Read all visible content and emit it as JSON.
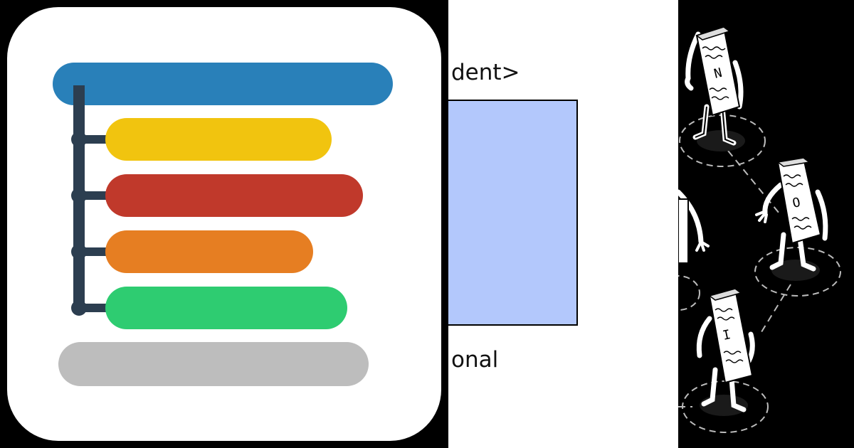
{
  "icon": {
    "bar_colors": {
      "top": "#2980b9",
      "yellow": "#f1c40f",
      "red": "#c0392b",
      "orange": "#e67e22",
      "green": "#2ecc71",
      "gray": "#bdbdbd"
    },
    "tree_color": "#2c3e50"
  },
  "diagram": {
    "top_text": "dent>",
    "bottom_text": "onal",
    "box_color": "#b3c8fc"
  },
  "illustration": {
    "letters": [
      "N",
      "O",
      "I"
    ]
  }
}
